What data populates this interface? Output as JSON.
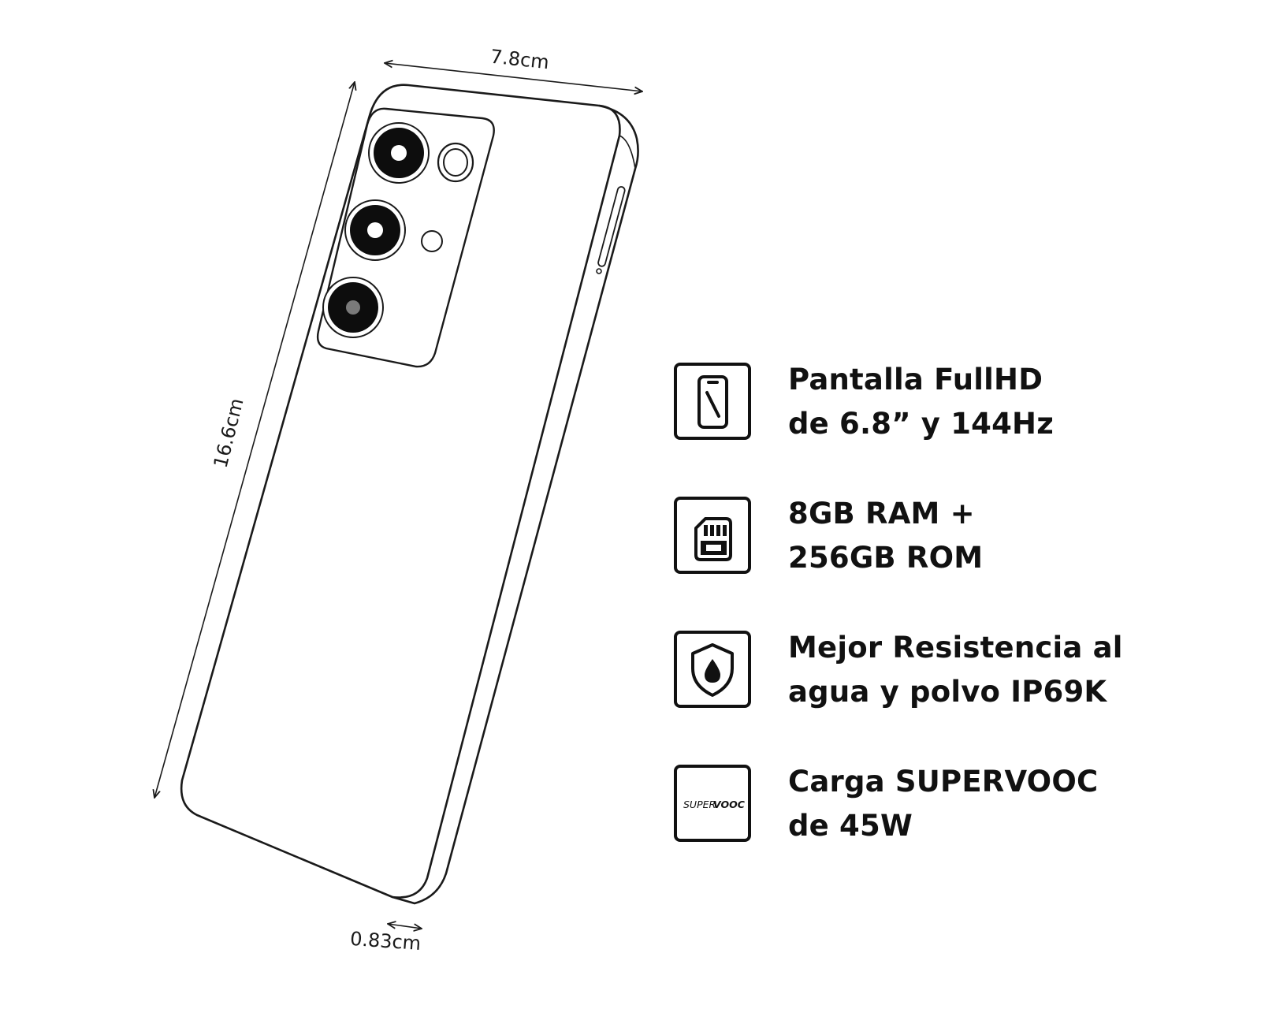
{
  "dimensions": {
    "width_label": "7.8cm",
    "height_label": "16.6cm",
    "thickness_label": "0.83cm"
  },
  "features": [
    {
      "icon": "phone-screen-icon",
      "line1": "Pantalla FullHD",
      "line2": "de 6.8” y 144Hz"
    },
    {
      "icon": "memory-card-icon",
      "line1": "8GB RAM +",
      "line2": "256GB ROM"
    },
    {
      "icon": "water-shield-icon",
      "line1": "Mejor Resistencia al",
      "line2": "agua y polvo IP69K"
    },
    {
      "icon": "supervooc-logo-icon",
      "icon_text_a": "SUPER",
      "icon_text_b": "VOOC",
      "line1": "Carga SUPERVOOC",
      "line2": "de 45W"
    }
  ]
}
